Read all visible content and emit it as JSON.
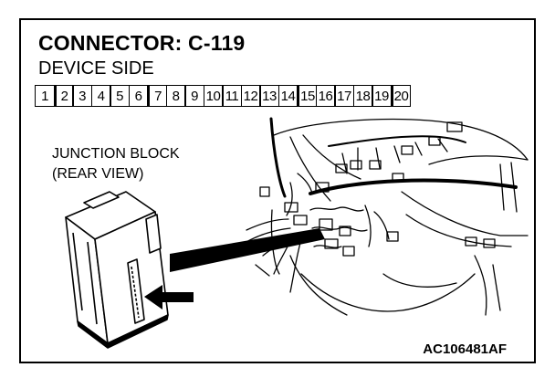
{
  "connector": {
    "title": "CONNECTOR: C-119",
    "subtitle": "DEVICE SIDE",
    "pins": [
      "1",
      "2",
      "3",
      "4",
      "5",
      "6",
      "7",
      "8",
      "9",
      "10",
      "11",
      "12",
      "13",
      "14",
      "15",
      "16",
      "17",
      "18",
      "19",
      "20"
    ]
  },
  "labels": {
    "junction_line1": "JUNCTION BLOCK",
    "junction_line2": "(REAR VIEW)"
  },
  "figure_code": "AC106481AF"
}
